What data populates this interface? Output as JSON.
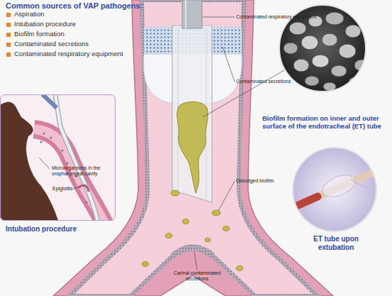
{
  "diagram": {
    "title": "Common sources of VAP pathogens:",
    "nodes": [
      {
        "text": [
          "Microorganisms in the oropharyngeal cavity",
          "Epiglottis",
          "Intubation procedure"
        ]
      },
      {
        "text": [
          "Biofilm formation on inner and outer surface of the endotracheal (ET) tube"
        ]
      },
      {
        "text": [
          "ET tube upon extubation"
        ]
      }
    ],
    "labels": [
      "Aspiration",
      "Intubation procedure",
      "Biofilm formation",
      "Contaminated secretions",
      "Contaminated respiratory equipment",
      "Contaminated respiratory equipment",
      "Contaminated secretions",
      "Dislodged biofilm",
      "Carinal contaminated secretions"
    ]
  }
}
